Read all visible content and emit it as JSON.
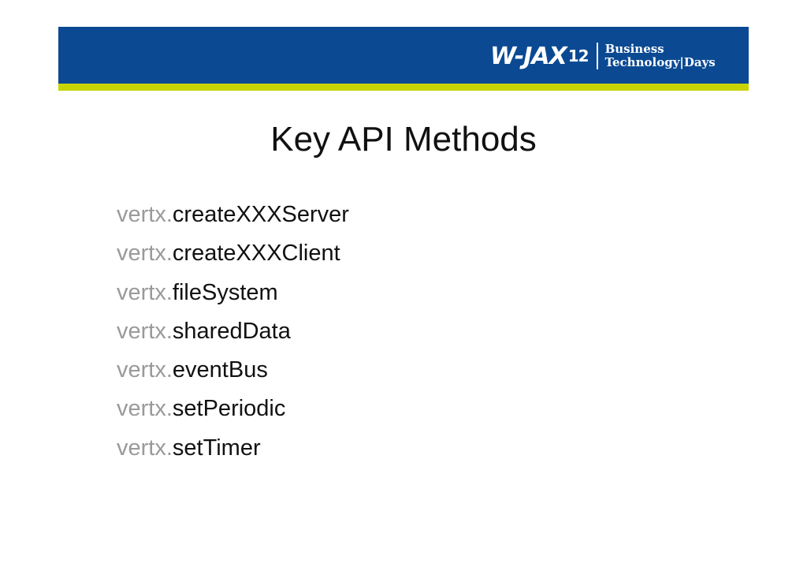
{
  "header": {
    "logo": {
      "brand": "W-JAX",
      "year": "12",
      "line1": "Business",
      "line2": "Technology|Days"
    },
    "colors": {
      "banner": "#0b4a93",
      "stripe": "#c8d400"
    }
  },
  "slide": {
    "title": "Key API Methods",
    "prefix": "vertx.",
    "methods": [
      "createXXXServer",
      "createXXXClient",
      "fileSystem",
      "sharedData",
      "eventBus",
      "setPeriodic",
      "setTimer"
    ]
  }
}
